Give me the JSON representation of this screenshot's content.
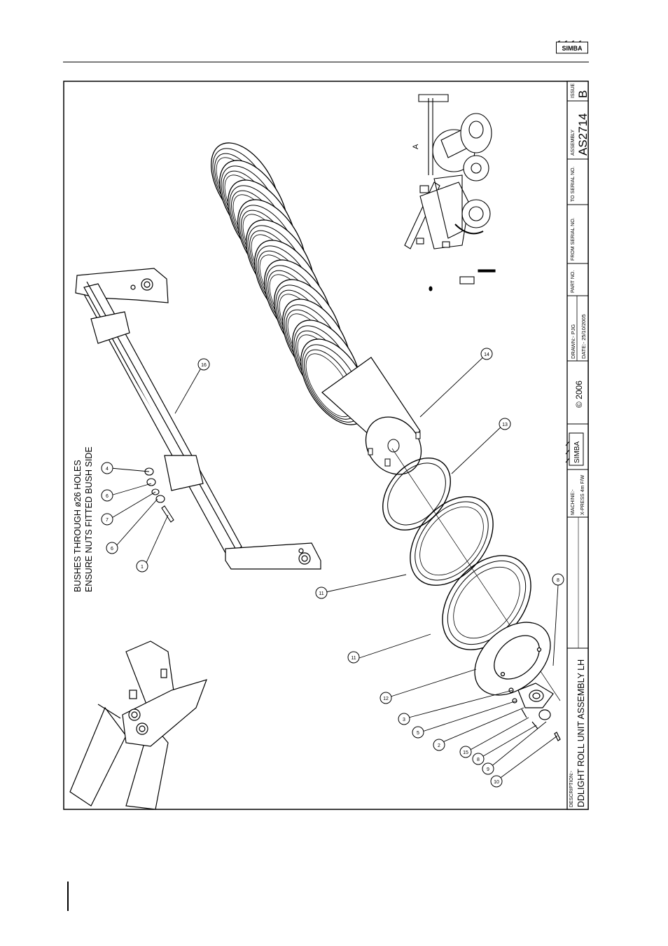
{
  "header": {
    "logo_text": "SIMBA"
  },
  "notes": {
    "line1": "BUSHES THROUGH ø26 HOLES",
    "line2": "ENSURE NUTS FITTED BUSH SIDE"
  },
  "inset": {
    "view_label": "A"
  },
  "callouts": {
    "c1": "1",
    "c2": "2",
    "c3": "3",
    "c4": "4",
    "c5": "5",
    "c6a": "6",
    "c6b": "6",
    "c7": "7",
    "c8a": "8",
    "c8b": "8",
    "c9": "9",
    "c10": "10",
    "c11a": "11",
    "c11b": "11",
    "c12": "12",
    "c13": "13",
    "c14": "14",
    "c15": "15",
    "c16": "16"
  },
  "title_block": {
    "description_label": "DESCRIPTION:-",
    "description": "DDLIGHT ROLL UNIT ASSEMBLY LH",
    "machine_label": "MACHINE:-",
    "machine": "X-PRESS 4m F/W",
    "logo_text": "SIMBA",
    "copyright": "© 2006",
    "drawn": "DRAWN:-  PJG",
    "date": "DATE:-  25/10/2005",
    "part_no_label": "PART NO.",
    "from_serial_label": "FROM SERIAL NO.",
    "to_serial_label": "TO SERIAL NO.",
    "assembly_label": "ASSEMBLY",
    "assembly": "AS2714",
    "issue_label": "ISSUE",
    "issue": "B"
  }
}
